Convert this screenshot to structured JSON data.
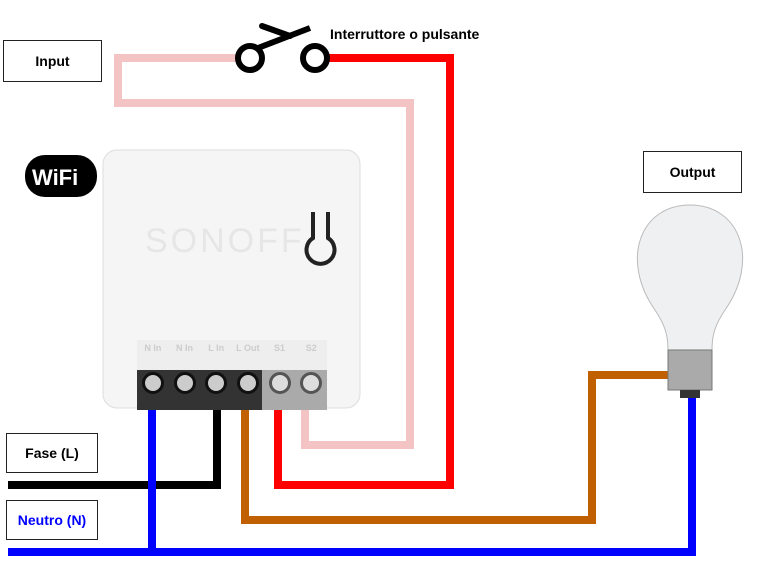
{
  "labels": {
    "input": "Input",
    "output": "Output",
    "switch": "Interruttore o pulsante",
    "phase": "Fase (L)",
    "neutral": "Neutro (N)"
  },
  "device": {
    "brand": "SONOFF",
    "wifi": "WiFi",
    "terminals": [
      "N In",
      "N In",
      "L In",
      "L Out",
      "S1",
      "S2"
    ]
  },
  "colors": {
    "phase": "#000000",
    "neutral": "#0000ff",
    "output": "#c06000",
    "s1": "#ff0000",
    "s2": "#f4c4c4",
    "neutral_label": "#0000ff"
  }
}
